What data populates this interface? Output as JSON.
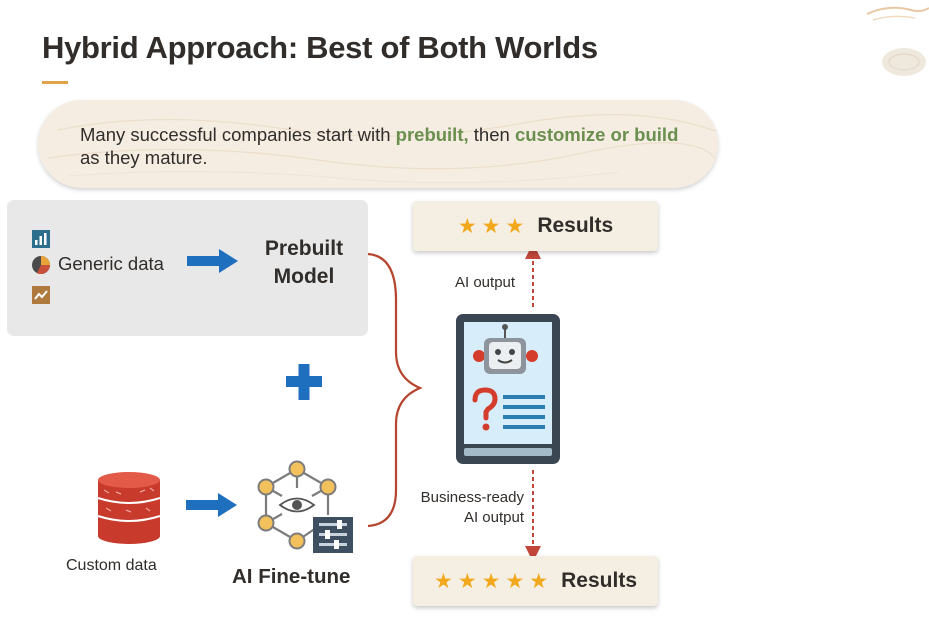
{
  "title": "Hybrid Approach: Best of Both Worlds",
  "banner": {
    "text_before": "Many successful ",
    "text_companies": "companies start with ",
    "highlight_prebuilt": "prebuilt,",
    "text_then": " then ",
    "highlight_customize": "customize or build",
    "text_after": " as they mature."
  },
  "left_top": {
    "input_label": "Generic data",
    "model_label_line1": "Prebuilt",
    "model_label_line2": "Model"
  },
  "left_bottom": {
    "input_label": "Custom data",
    "model_label": "AI Fine-tune"
  },
  "right": {
    "results_top": {
      "stars": "★★★",
      "star_count": 3,
      "label": "Results"
    },
    "results_bottom": {
      "stars": "★★★★★",
      "star_count": 5,
      "label": "Results"
    },
    "ai_output_label": "AI output",
    "business_label_line1": "Business-ready",
    "business_label_line2": "AI output"
  },
  "colors": {
    "title_accent": "#e0a34a",
    "highlight_green": "#6a8f4e",
    "arrow_blue": "#1f6fbf",
    "plus_blue": "#1f6fbf",
    "bracket_red": "#b5452f",
    "dashed_red": "#c0473a",
    "star_gold": "#f2a81d",
    "result_bg": "#f5efe3"
  },
  "icons": {
    "bar_chart": "bar-chart-icon",
    "pie_chart": "pie-chart-icon",
    "line_chart": "line-chart-icon",
    "database": "database-icon",
    "neural_network": "neural-network-icon",
    "tablet_robot": "tablet-robot-icon"
  }
}
